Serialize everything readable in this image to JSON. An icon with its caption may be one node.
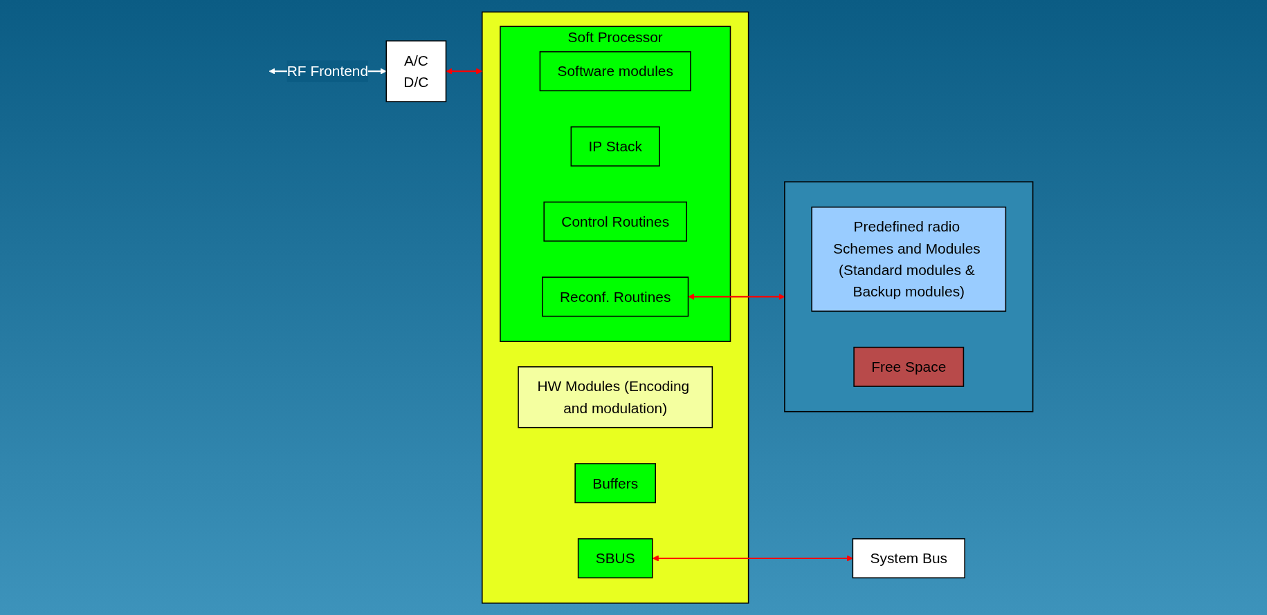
{
  "diagram": {
    "nodes": [
      {
        "text": [
          "A/C",
          "D/C"
        ]
      },
      {
        "text": [],
        "shape": "box"
      },
      {
        "text": [
          "HW Modules (Encoding and modulation)"
        ],
        "in": 1
      },
      {
        "text": [
          "Buffers"
        ],
        "in": 1
      },
      {
        "text": [
          "Soft Processor"
        ],
        "in": 1
      },
      {
        "text": [
          "Software modules"
        ],
        "in": 4
      },
      {
        "text": [
          "IP Stack"
        ],
        "in": 4
      },
      {
        "text": [
          "Control Routines"
        ],
        "in": 4
      },
      {
        "text": [
          "SBUS"
        ],
        "in": 1
      },
      {
        "text": [
          "Reconf. Routines"
        ],
        "in": 4
      },
      {
        "text": [
          "System Bus"
        ]
      },
      {
        "text": [],
        "shape": "box"
      },
      {
        "text": [
          "Predefined radio Schemes and Modules (Standard modules & Backup modules)"
        ],
        "in": 11
      },
      {
        "text": [
          "Free Space"
        ],
        "in": 11
      }
    ],
    "edges": [
      {
        "from": null,
        "to": 0,
        "arrow": "both",
        "label": "RF Frontend",
        "color": "#ffffff"
      },
      {
        "from": 0,
        "to": 1,
        "arrow": "both"
      },
      {
        "from": 8,
        "to": 10,
        "arrow": "both"
      },
      {
        "from": 9,
        "to": 11,
        "arrow": "both"
      }
    ]
  }
}
